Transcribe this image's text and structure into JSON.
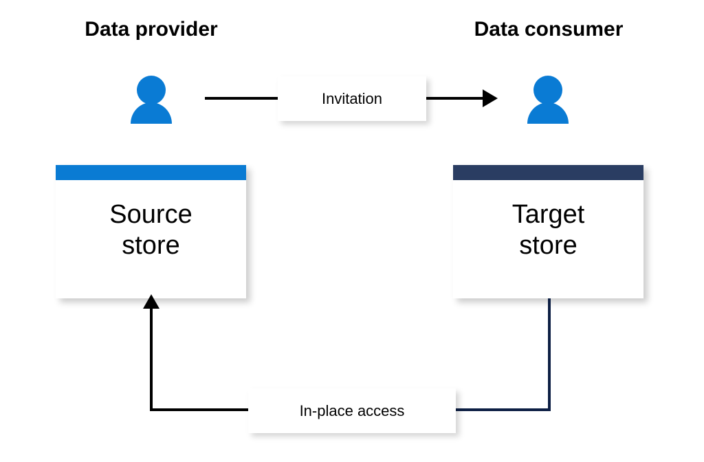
{
  "diagram": {
    "title_provider": "Data provider",
    "title_consumer": "Data consumer",
    "colors": {
      "actor_blue": "#0A7BD4",
      "source_bar_blue": "#0A7BD3",
      "target_bar_navy": "#2A3D62",
      "invitation_line": "#000000",
      "inplace_line_left": "#000000",
      "inplace_line_right": "#0D1F44",
      "background": "#FFFFFF",
      "text": "#000000"
    },
    "actors": [
      {
        "name": "data-provider-person",
        "icon": "person-icon",
        "side": "left"
      },
      {
        "name": "data-consumer-person",
        "icon": "person-icon",
        "side": "right"
      }
    ],
    "nodes": [
      {
        "id": "source",
        "label": "Source\nstore",
        "bar_color": "#0A7BD3"
      },
      {
        "id": "target",
        "label": "Target\nstore",
        "bar_color": "#2A3D62"
      }
    ],
    "edges": [
      {
        "id": "invitation",
        "label": "Invitation",
        "from": "data-provider-person",
        "to": "data-consumer-person",
        "direction": "left-to-right",
        "color": "#000000"
      },
      {
        "id": "in-place-access",
        "label": "In-place access",
        "from": "target",
        "to": "source",
        "direction": "right-to-left",
        "color": "#0D1F44"
      }
    ]
  }
}
